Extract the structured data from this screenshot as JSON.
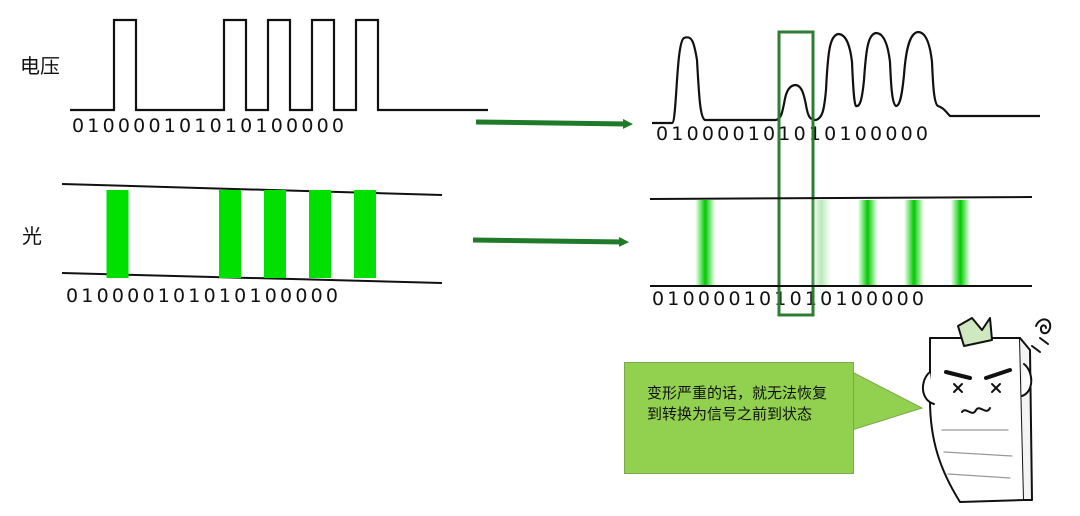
{
  "labels": {
    "voltage": "电压",
    "light": "光"
  },
  "bits": {
    "voltage_original": "010000101010100000",
    "voltage_distorted": "010000101010100000",
    "light_original": "010000101010100000",
    "light_distorted": "010000101010100000"
  },
  "signal": {
    "voltage_pattern": [
      0,
      1,
      0,
      0,
      0,
      0,
      1,
      0,
      1,
      0,
      1,
      0,
      1,
      0,
      0,
      0,
      0,
      0
    ],
    "light_pulses": [
      1,
      6,
      8,
      10,
      12
    ],
    "distorted_highlight_bit": 6
  },
  "callout": {
    "text": "变形严重的话，就无法恢复到转换为信号之前到状态"
  },
  "colors": {
    "pulse_green": "#00e000",
    "highlight_border": "#2e7d32",
    "callout_bg": "#92d050",
    "arrow": "#1f7a2a"
  },
  "icons": {
    "mascot": "confused-paper-mascot-icon"
  }
}
